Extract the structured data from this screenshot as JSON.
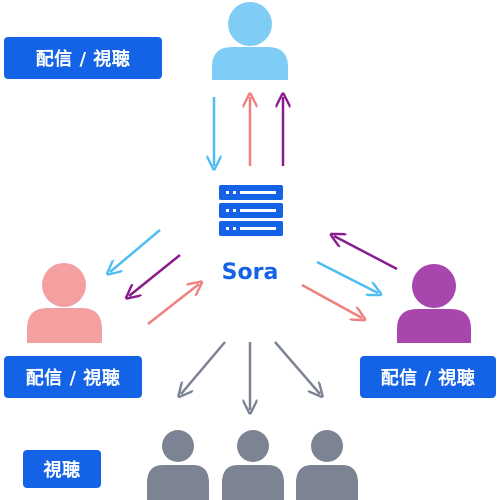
{
  "server": {
    "label": "Sora",
    "color": "#1463e6"
  },
  "badges": {
    "top": "配信 / 視聴",
    "left": "配信 / 視聴",
    "right": "配信 / 視聴",
    "viewers": "視聴"
  },
  "colors": {
    "user_top": "#7fcdf7",
    "user_left": "#f5a0a0",
    "user_right": "#a846ad",
    "viewers": "#7c8393",
    "arrow_blue": "#4fbdf0",
    "arrow_pink": "#f08080",
    "arrow_purple": "#8a1d8e",
    "arrow_gray": "#7c8393",
    "badge_bg": "#1463e6"
  }
}
